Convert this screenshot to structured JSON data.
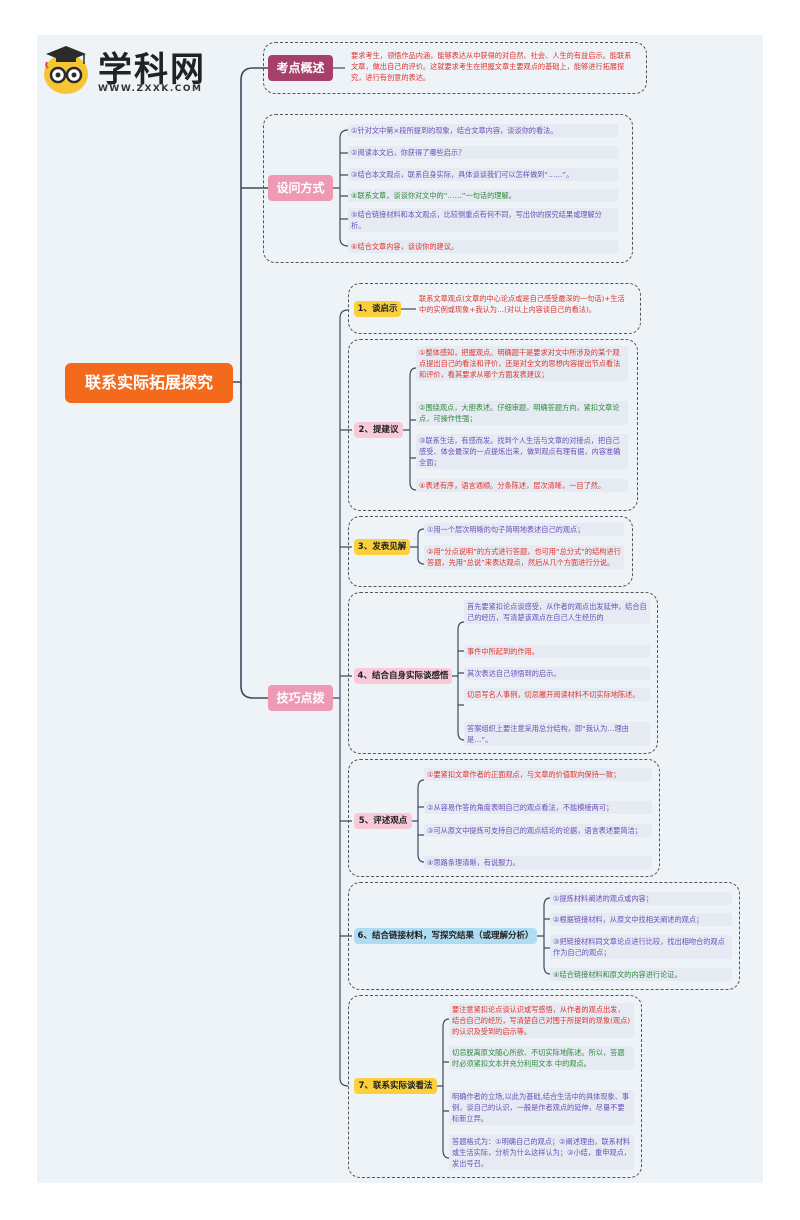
{
  "logo": {
    "name": "学科网",
    "url": "WWW.ZXXK.COM"
  },
  "root": {
    "label": "联系实际拓展探究"
  },
  "overview": {
    "label": "考点概述",
    "text": "要求考生，领悟作品内涵，能够表达从中获得的对自然、社会、人生的有益启示。能联系文章，做出自己的评价。这就要求考生在把握文章主要观点的基础上，能够进行拓展探究，进行有创意的表达。"
  },
  "questions": {
    "label": "设问方式",
    "items": [
      "①针对文中第×段所提到的现象，结合文章内容，谈谈你的看法。",
      "②阅读本文后，你获得了哪些启示？",
      "③结合本文观点，联系自身实际，具体谈谈我们可以怎样做到“……”。",
      "④联系文章，谈谈你对文中的“……”一句话的理解。",
      "⑤结合链接材料和本文观点，比较侧重点有何不同，写出你的探究结果或理解分析。",
      "⑥结合文章内容，谈谈你的建议。"
    ]
  },
  "skills": {
    "label": "技巧点拨",
    "groups": [
      {
        "label": "1、谈启示",
        "items": [
          "联系文章观点(文章的中心论点或是自己感受最深的一句话)+生活中的实例或现象+我认为…(对以上内容谈自己的看法)。"
        ]
      },
      {
        "label": "2、提建议",
        "items": [
          "①整体感知，把握观点。明确题干是要求对文中所涉及的某个观点提出自己的看法和评价，还是对全文的思想内容提出节点看法和评价，看其要求从哪个方面发表建议；",
          "②围绕观点，大胆表述。仔细审题，明确答题方向，紧扣文章论点，可操作性强；",
          "③联系生活，有感而发。找到个人生活与文章的对接点，把自己感受、体会最深的一点提炼出来，做到观点有理有据，内容准确全面；",
          "④表述有序，语言通顺。分条陈述，层次清晰，一目了然。"
        ]
      },
      {
        "label": "3、发表见解",
        "items": [
          "①用一个层次明晰的句子简明地表述自己的观点；",
          "②用“分点说明”的方式进行答题，也可用“总分式”的结构进行答题，先用“总说”来表达观点，然后从几个方面进行分说。"
        ]
      },
      {
        "label": "4、结合自身实际谈感悟",
        "items": [
          "首先要紧扣论点谈感受，从作者的观点出发延伸，结合自己的经历，写清楚该观点在自己人生经历的",
          "事件中所起到的作用。",
          "其次表达自己领悟到的启示。",
          "切忌写名人事例，切忌撇开阅读材料不切实际地陈述。",
          "答案组织上要注意采用总分结构，即“我认为…理由是…”。"
        ]
      },
      {
        "label": "5、评述观点",
        "items": [
          "①要紧扣文章作者的正面观点，与文章的价值取向保持一致；",
          "②从容易作答的角度表明自己的观点看法，不能模棱两可；",
          "③可从原文中提炼可支持自己的观点结论的论据，语言表述要简洁；",
          "④思路条理清晰，有说服力。"
        ]
      },
      {
        "label": "6、结合链接材料，写探究结果（或理解分析）",
        "items": [
          "①提炼材料阐述的观点或内容；",
          "②根据链接材料，从原文中找相关阐述的观点；",
          "③把链接材料同文章论点进行比较，找出相吻合的观点作为自己的观点；",
          "④结合链接材料和原文的内容进行论证。"
        ]
      },
      {
        "label": "7、联系实际谈看法",
        "items": [
          "要注意紧扣论点谈认识或写感悟，从作者的观点出发，结合自己的经历，写清楚自己对围于所提到的现象(观点)的认识及受到的启示等。",
          "切忌脱离原文随心所欲、不切实际地陈述。所以，答题时必须紧扣文本并充分利用文本 中的观点。",
          "明确作者的立场,以此为基础,结合生活中的具体现象、事例，谈自己的认识，一般是作者观点的延伸，尽量不要标新立异。",
          "答题格式为：①明确自己的观点；②阐述理由，联系材料或生活实际，分析为什么这样认为；③小结，重申观点，发出号召。"
        ]
      }
    ]
  }
}
